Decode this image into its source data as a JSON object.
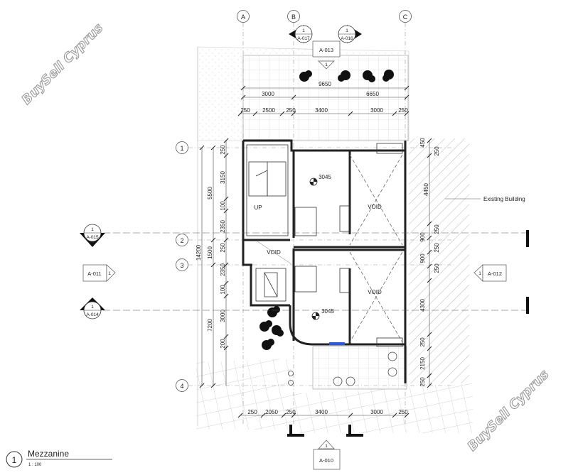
{
  "title": {
    "number": "1",
    "name": "Mezzanine",
    "scale": "1 : 100"
  },
  "watermark": "BuySell Cyprus",
  "grid_columns": [
    "A",
    "B",
    "C"
  ],
  "grid_rows": [
    "1",
    "2",
    "3",
    "4"
  ],
  "dims": {
    "top_total": "9650",
    "top_a": "3000",
    "top_b": "6650",
    "top_row": [
      "250",
      "2500",
      "250",
      "3400",
      "3000",
      "250"
    ],
    "bottom_row": [
      "250",
      "2050",
      "250",
      "3400",
      "3000",
      "250"
    ],
    "left_inner": [
      "250",
      "3150",
      "100",
      "2350",
      "250",
      "2350",
      "100",
      "3000",
      "200"
    ],
    "left_mid": [
      "5500",
      "1500",
      "7200"
    ],
    "left_overall": "14200",
    "right": [
      "450",
      "250",
      "4450",
      "250",
      "900",
      "250",
      "900",
      "250",
      "4300",
      "250",
      "2150",
      "250"
    ]
  },
  "rooms": {
    "void1": "VOID",
    "void2": "VOID",
    "void3": "VOID",
    "up": "UP",
    "level1": "3045",
    "level2": "3045"
  },
  "existing_building": "Existing Building",
  "refs": {
    "a013": {
      "num": "1",
      "sheet": "A-013"
    },
    "a017": {
      "num": "1",
      "sheet": "A-017"
    },
    "a016": {
      "num": "1",
      "sheet": "A-016"
    },
    "a015": {
      "num": "1",
      "sheet": "A-015"
    },
    "a014": {
      "num": "1",
      "sheet": "A-014"
    },
    "a011": {
      "num": "1",
      "sheet": "A-011"
    },
    "a012": {
      "num": "1",
      "sheet": "A-012"
    },
    "a010": {
      "num": "1",
      "sheet": "A-010"
    }
  }
}
